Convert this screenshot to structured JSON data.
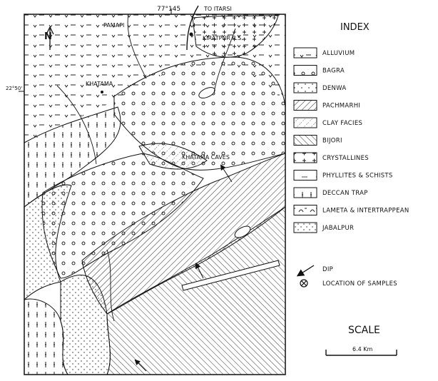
{
  "map": {
    "top_coordinate": "77°145",
    "top_route": "TO ITARSI",
    "left_coordinate": "22°50'",
    "north_label": "N",
    "places": {
      "pamapi": "PAMAPI",
      "kiratpur": "KIRATPUR R.S.",
      "khatama": "KHATAMA",
      "khatama_caves": "KHATAMA CAVES"
    }
  },
  "legend": {
    "title": "INDEX",
    "items": [
      {
        "label": "ALLUVIUM",
        "pattern": "alluvium"
      },
      {
        "label": "BAGRA",
        "pattern": "bagra"
      },
      {
        "label": "DENWA",
        "pattern": "denwa"
      },
      {
        "label": "PACHMARHI",
        "pattern": "pachmarhi"
      },
      {
        "label": "CLAY FACIES",
        "pattern": "clay"
      },
      {
        "label": "BIJORI",
        "pattern": "bijori"
      },
      {
        "label": "CRYSTALLINES",
        "pattern": "crystallines"
      },
      {
        "label": "PHYLLITES & SCHISTS",
        "pattern": "phyllites"
      },
      {
        "label": "DECCAN TRAP",
        "pattern": "deccan"
      },
      {
        "label": "LAMETA & INTERTRAPPEAN",
        "pattern": "lameta"
      },
      {
        "label": "JABALPUR",
        "pattern": "jabalpur"
      }
    ],
    "dip_label": "DIP",
    "samples_label": "LOCATION OF SAMPLES"
  },
  "scale": {
    "title": "SCALE",
    "value": "6.4 Km"
  }
}
